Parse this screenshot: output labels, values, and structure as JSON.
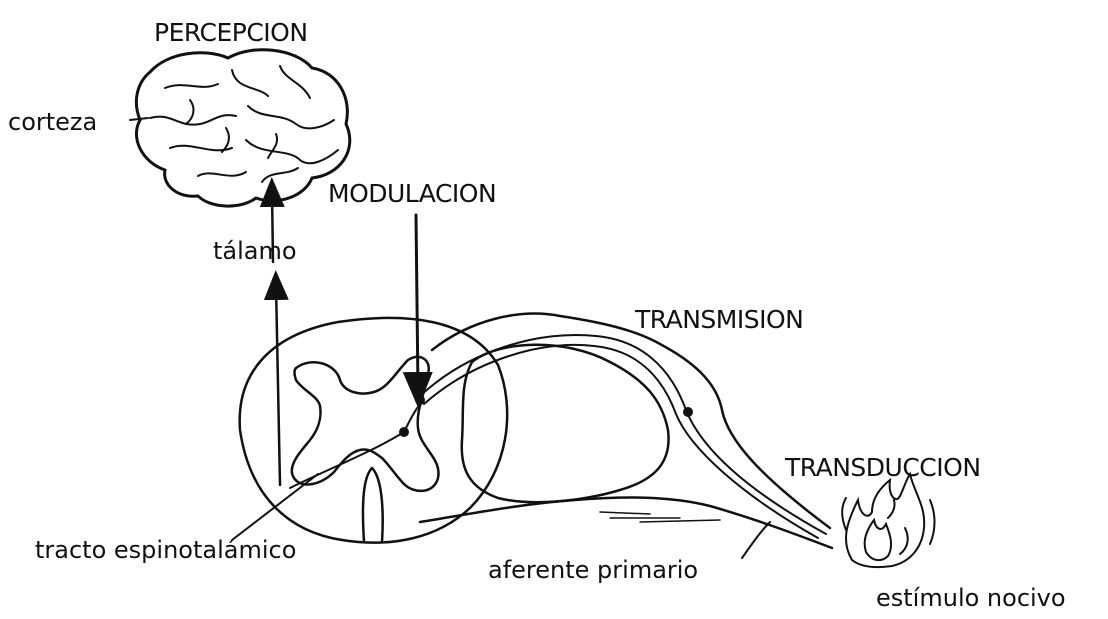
{
  "labels": {
    "percepcion": "PERCEPCION",
    "corteza": "corteza",
    "modulacion": "MODULACION",
    "talamo": "tálamo",
    "transmision": "TRANSMISION",
    "transduccion": "TRANSDUCCION",
    "tracto": "tracto espinotalámico",
    "aferente": "aferente primario",
    "estimulo": "estímulo nocivo"
  },
  "colors": {
    "ink": "#111111",
    "background": "#ffffff"
  },
  "icons": {
    "brain": "brain-icon",
    "flame": "flame-icon"
  }
}
